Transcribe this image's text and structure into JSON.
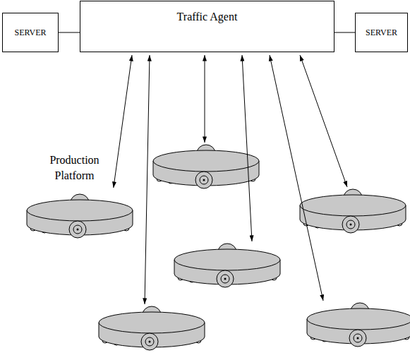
{
  "diagram": {
    "nodes": [
      {
        "text": [
          "SERVER"
        ]
      },
      {
        "text": [
          "Traffic Agent"
        ]
      },
      {
        "text": [
          "SERVER"
        ]
      },
      {
        "text": [
          "Production Platform"
        ]
      }
    ],
    "edges": [
      {
        "from": 0,
        "to": 1,
        "arrow": "none"
      },
      {
        "from": 1,
        "to": 2,
        "arrow": "none"
      },
      {
        "from": 1,
        "to": 3,
        "arrow": "both"
      }
    ]
  }
}
